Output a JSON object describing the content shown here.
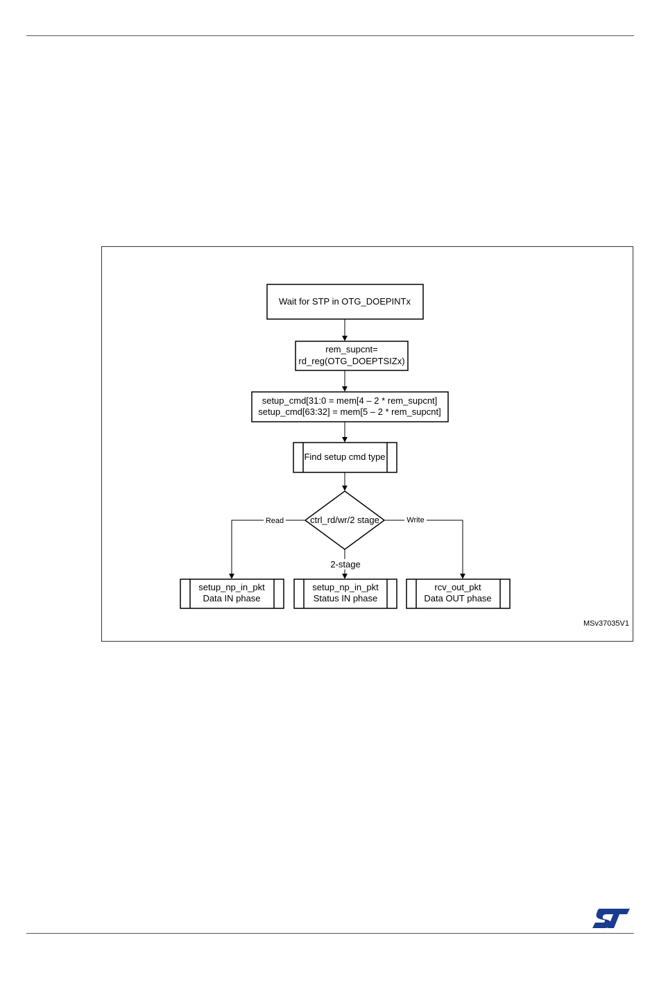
{
  "flowchart": {
    "nodes": {
      "wait_stp": "Wait for STP in OTG_DOEPINTx",
      "rem_supcnt_1": "rem_supcnt=",
      "rem_supcnt_2": "rd_reg(OTG_DOEPTSIZx)",
      "setup_cmd_1": "setup_cmd[31:0 = mem[4 – 2 * rem_supcnt]",
      "setup_cmd_2": "setup_cmd[63:32] = mem[5 – 2 * rem_supcnt]",
      "find_type": "Find setup cmd type",
      "decision": "ctrl_rd/wr/2 stage",
      "read_1": "setup_np_in_pkt",
      "read_2": "Data IN phase",
      "twostage_1": "setup_np_in_pkt",
      "twostage_2": "Status IN phase",
      "write_1": "rcv_out_pkt",
      "write_2": "Data OUT phase"
    },
    "edges": {
      "read": "Read",
      "write": "Write",
      "two_stage": "2-stage"
    },
    "figure_id": "MSv37035V1"
  },
  "footer": {
    "logo_icon": "st-logo-icon",
    "logo_color": "#1a3c8e"
  }
}
